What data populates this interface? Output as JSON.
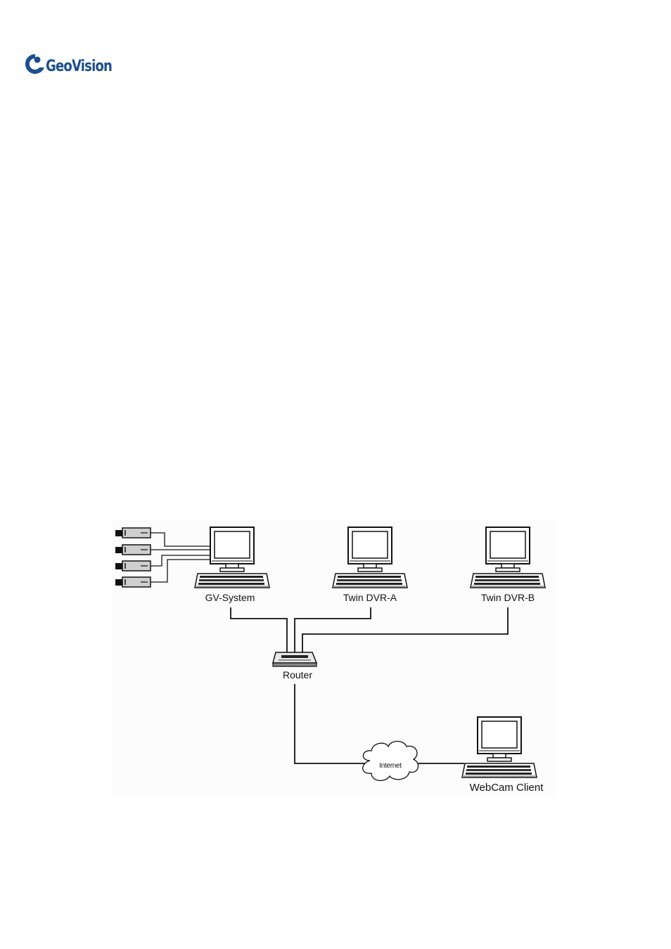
{
  "brand": {
    "name": "GeoVision",
    "color": "#1b4f8c"
  },
  "diagram": {
    "nodes": {
      "gv_system": "GV-System",
      "twin_dvr_a": "Twin DVR-A",
      "twin_dvr_b": "Twin DVR-B",
      "router": "Router",
      "internet": "Internet",
      "webcam_client": "WebCam Client"
    },
    "camera_count": 4
  }
}
